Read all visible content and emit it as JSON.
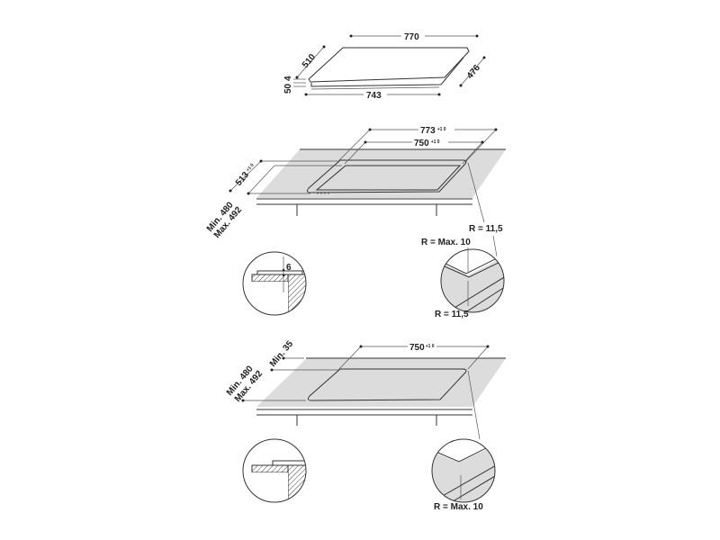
{
  "colors": {
    "line": "#333333",
    "countertop": "#dcdcdc",
    "background": "#ffffff"
  },
  "hob_dimensions": {
    "width_top": "770",
    "depth_top": "510",
    "width_bottom": "743",
    "depth_bottom": "476",
    "height_total": "50",
    "glass_thickness": "4"
  },
  "flush_install": {
    "outer_width": "773",
    "inner_width": "750",
    "depth": "513",
    "tolerance": "+1 0",
    "counter_depth_min": "Min. 480",
    "counter_depth_max": "Max. 492",
    "corner_radius": "R = 11,5",
    "corner_radius_max": "R = Max. 10",
    "detail_corner_radius": "R = 11,5",
    "rebate_depth": "6"
  },
  "standard_install": {
    "cutout_width": "750",
    "tolerance": "+1 0",
    "counter_depth_min": "Min. 480",
    "counter_depth_max": "Max. 492",
    "back_distance": "Min. 35",
    "corner_radius_max": "R = Max. 10"
  }
}
